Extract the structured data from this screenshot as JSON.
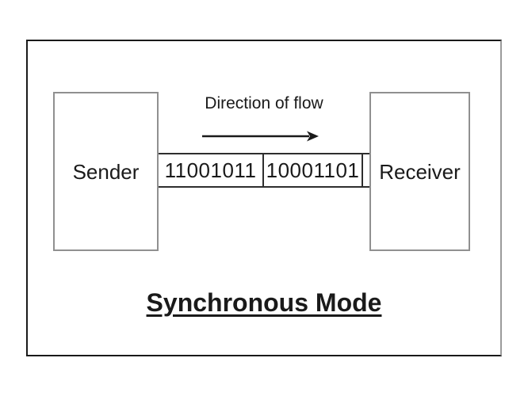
{
  "colors": {
    "ink": "#1a1a1a",
    "box_border": "#909090",
    "cell_border": "#2e2e2e",
    "slide_border": "#1a1a1a",
    "slide_border_right": "#9b9b9b",
    "background": "#ffffff"
  },
  "diagram": {
    "sender_label": "Sender",
    "receiver_label": "Receiver",
    "flow_label": "Direction of flow",
    "flow_arrow_icon": "arrow-right-icon",
    "frames": [
      "11001011",
      "10001101"
    ],
    "title": "Synchronous Mode"
  }
}
